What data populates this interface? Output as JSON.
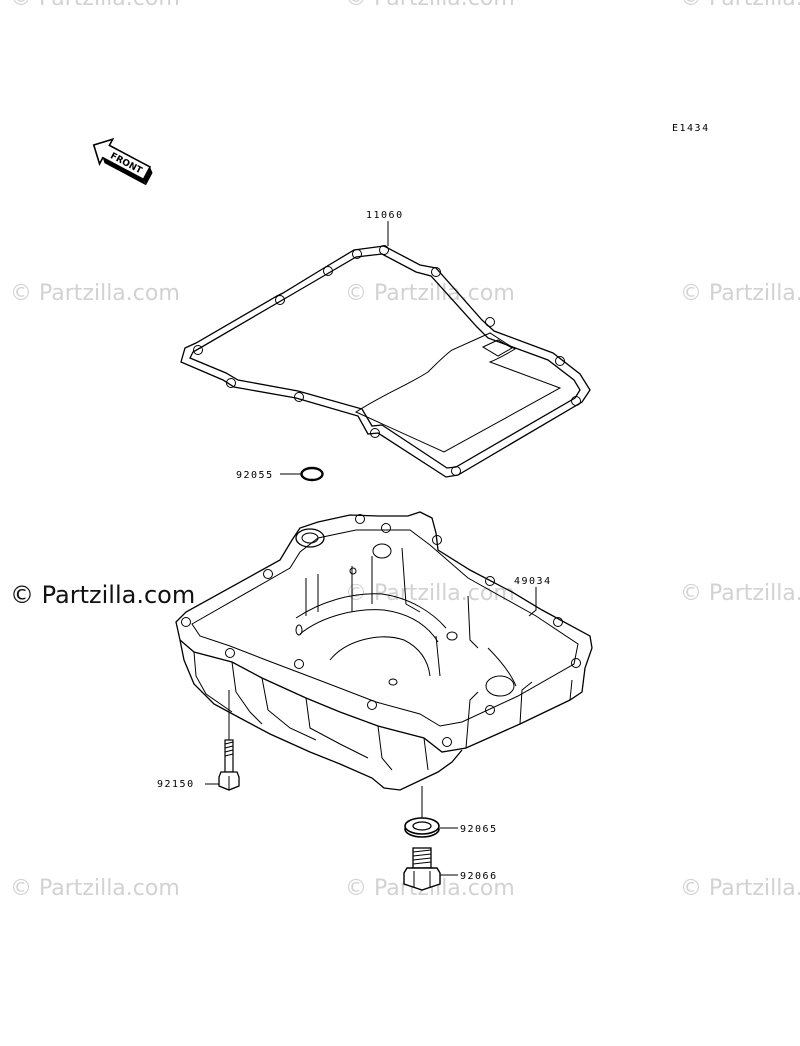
{
  "diagram_code": "E1434",
  "front_label": "FRONT",
  "watermark_text": "© Partzilla.com",
  "parts": {
    "gasket": "11060",
    "o_ring": "92055",
    "oil_pan": "49034",
    "bolt": "92150",
    "washer": "92065",
    "drain_plug": "92066"
  }
}
